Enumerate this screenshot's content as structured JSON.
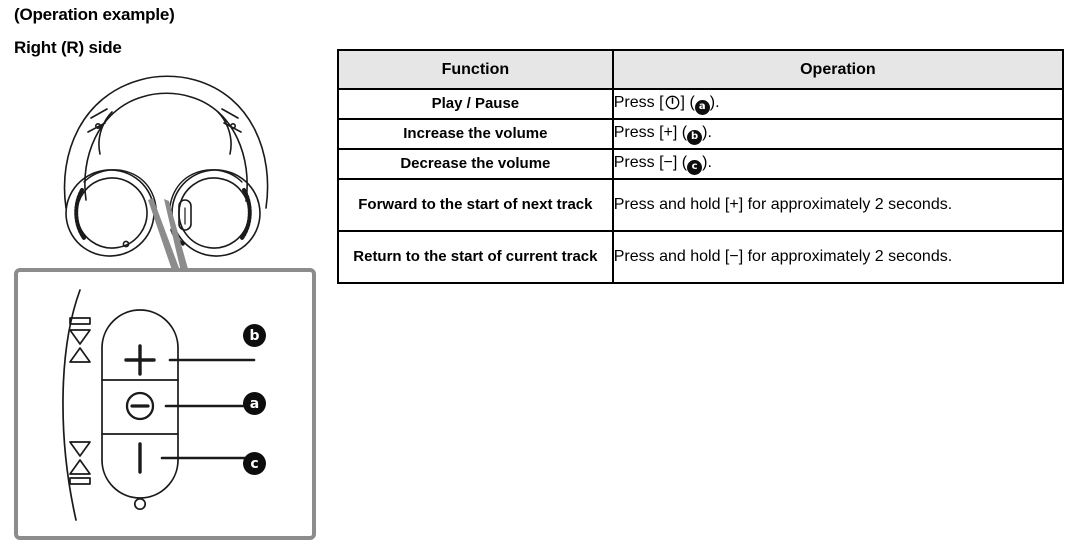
{
  "headings": {
    "operation_example": "(Operation example)",
    "right_side": "Right (R) side"
  },
  "illustration": {
    "device_icon": "over-ear-headphones-icon",
    "detail_view_icon": "right-earcup-control-detail-icon",
    "callouts": [
      {
        "id": "b",
        "label": "b",
        "target": "volume-up-button"
      },
      {
        "id": "a",
        "label": "a",
        "target": "play-pause-power-button"
      },
      {
        "id": "c",
        "label": "c",
        "target": "volume-down-button"
      }
    ],
    "button_glyphs": {
      "plus": "+",
      "power": "circled-dash-icon",
      "minus_bar": "|"
    },
    "track_icons": {
      "next": "skip-next-track-icon",
      "previous": "skip-previous-track-icon"
    },
    "mic_hole": "microphone-hole-icon"
  },
  "table": {
    "columns": [
      "Function",
      "Operation"
    ],
    "rows": [
      {
        "function": "Play / Pause",
        "operation_prefix": "Press [",
        "operation_key": "power-icon",
        "operation_mid": "] (",
        "operation_bullet": "a",
        "operation_suffix": ")."
      },
      {
        "function": "Increase the volume",
        "operation_prefix": "Press [+] (",
        "operation_bullet": "b",
        "operation_suffix": ")."
      },
      {
        "function": "Decrease the volume",
        "operation_prefix": "Press [−] (",
        "operation_bullet": "c",
        "operation_suffix": ")."
      },
      {
        "function": "Forward to the start of next track",
        "operation_plain": "Press and hold [+] for approximately 2 seconds."
      },
      {
        "function": "Return to the start of current track",
        "operation_plain": "Press and hold [−] for approximately 2 seconds."
      }
    ]
  },
  "colors": {
    "header_fill": "#e6e6e6",
    "border": "#000000",
    "box_border": "#8c8c8c",
    "bullet_fill": "#0d0d0d",
    "line_art": "#1a1a1a",
    "leader": "#8c8c8c"
  }
}
